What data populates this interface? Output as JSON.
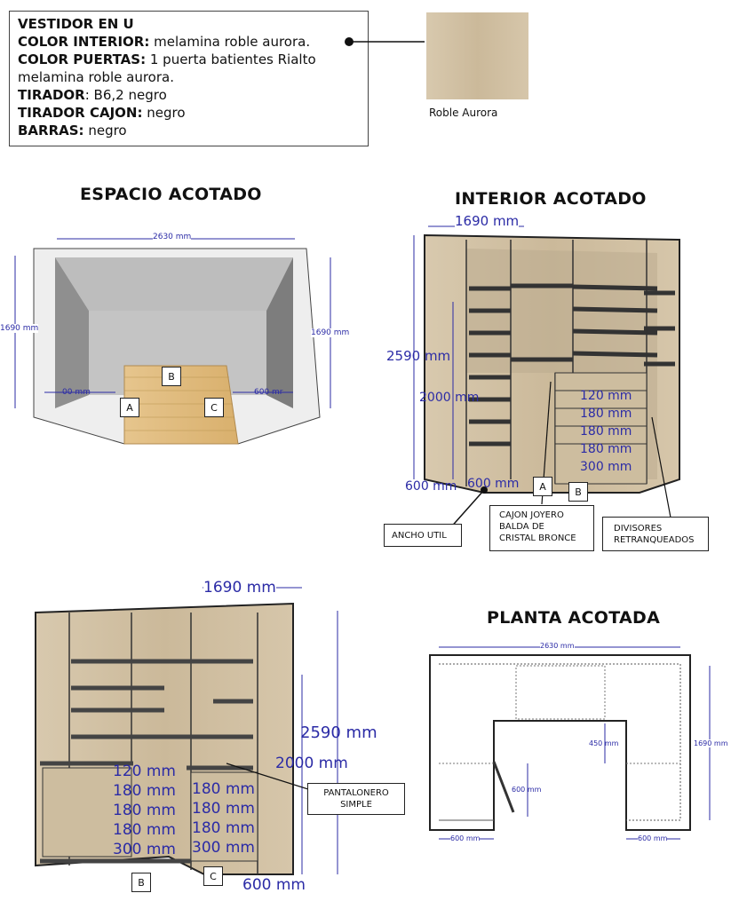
{
  "spec": {
    "title": "VESTIDOR EN U",
    "lines": [
      {
        "key": "COLOR INTERIOR:",
        "value": " melamina roble aurora."
      },
      {
        "key": "COLOR PUERTAS:",
        "value": " 1 puerta batientes Rialto melamina roble aurora."
      },
      {
        "key": "TIRADOR",
        "value": ": B6,2 negro"
      },
      {
        "key": "TIRADOR CAJON:",
        "value": " negro"
      },
      {
        "key": "BARRAS:",
        "value": " negro"
      }
    ]
  },
  "swatch": {
    "label": "Roble Aurora",
    "color": "#c9bba5"
  },
  "espacio": {
    "title": "ESPACIO ACOTADO",
    "width": "2630 mm",
    "left_depth": "1690 mm",
    "right_depth": "1690 mm",
    "left_side": "00 mm",
    "right_side": "600 mr",
    "labels": [
      "A",
      "B",
      "C"
    ]
  },
  "interior": {
    "title": "INTERIOR ACOTADO",
    "width": "1690 mm",
    "height": "2590 mm",
    "inner": "2000 mm",
    "drawers": [
      "120 mm",
      "180 mm",
      "180 mm",
      "180 mm",
      "300 mm"
    ],
    "depth_left": "600 mm",
    "depth_right": "600 mm",
    "labels": [
      "A",
      "B"
    ],
    "callouts": {
      "ancho": "ANCHO UTIL",
      "joyero": [
        "CAJON JOYERO",
        "BALDA DE",
        "CRISTAL BRONCE"
      ],
      "divisores": [
        "DIVISORES",
        "RETRANQUEADOS"
      ]
    }
  },
  "vista2": {
    "width": "1690 mm",
    "height": "2590 mm",
    "inner": "2000 mm",
    "drawers_left": [
      "120 mm",
      "180 mm",
      "180 mm",
      "180 mm",
      "300 mm"
    ],
    "drawers_right": [
      "180 mm",
      "180 mm",
      "180 mm",
      "300 mm"
    ],
    "depth": "600 mm",
    "labels": [
      "B",
      "C"
    ],
    "callout": [
      "PANTALONERO",
      "SIMPLE"
    ]
  },
  "planta": {
    "title": "PLANTA ACOTADA",
    "width": "2630 mm",
    "depth": "1690 mm",
    "shelf": "450 mm",
    "door": "600 mm",
    "left": "600 mm",
    "right": "600 mm"
  }
}
